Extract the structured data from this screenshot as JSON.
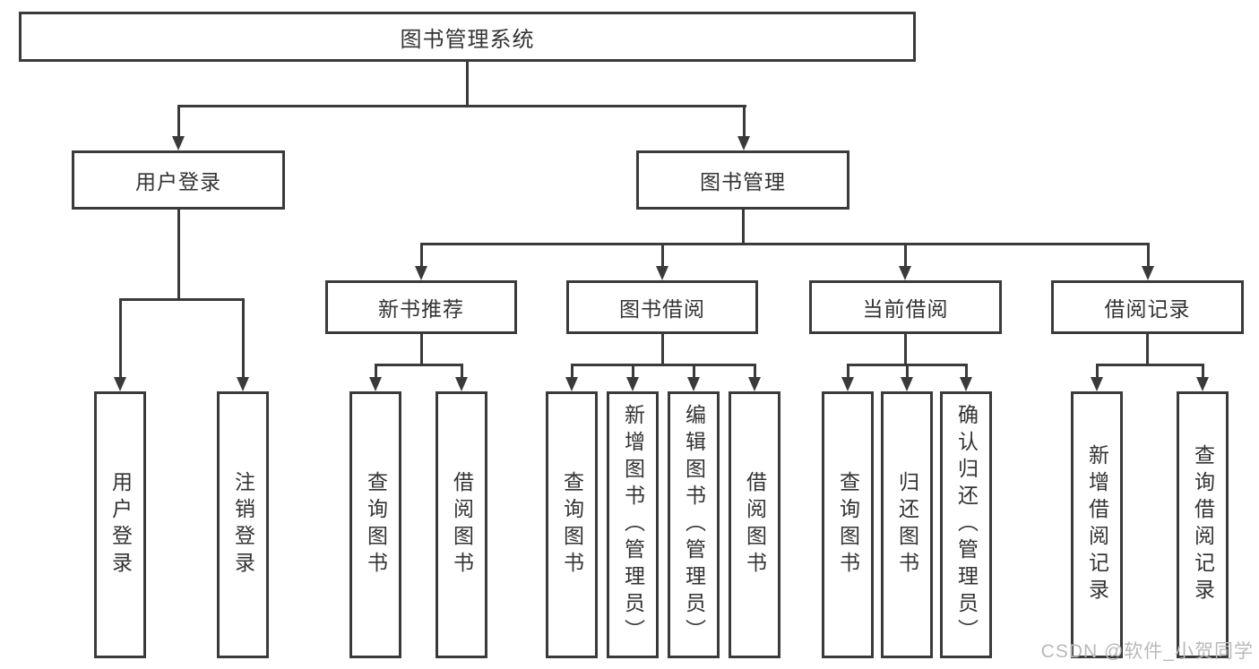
{
  "title": "图书管理系统",
  "tree": {
    "label": "图书管理系统",
    "children": [
      {
        "label": "用户登录",
        "children": [
          {
            "label": "用户登录"
          },
          {
            "label": "注销登录"
          }
        ]
      },
      {
        "label": "图书管理",
        "children": [
          {
            "label": "新书推荐",
            "children": [
              {
                "label": "查询图书"
              },
              {
                "label": "借阅图书"
              }
            ]
          },
          {
            "label": "图书借阅",
            "children": [
              {
                "label": "查询图书"
              },
              {
                "label": "新增图书（管理员）"
              },
              {
                "label": "编辑图书（管理员）"
              },
              {
                "label": "借阅图书"
              }
            ]
          },
          {
            "label": "当前借阅",
            "children": [
              {
                "label": "查询图书"
              },
              {
                "label": "归还图书"
              },
              {
                "label": "确认归还（管理员）"
              }
            ]
          },
          {
            "label": "借阅记录",
            "children": [
              {
                "label": "新增借阅记录"
              },
              {
                "label": "查询借阅记录"
              }
            ]
          }
        ]
      }
    ]
  },
  "watermark": "CSDN @软件_小贺同学",
  "colors": {
    "line": "#3a3a3a",
    "text": "#333333",
    "background": "#ffffff",
    "watermark": "#b9b9b9"
  }
}
